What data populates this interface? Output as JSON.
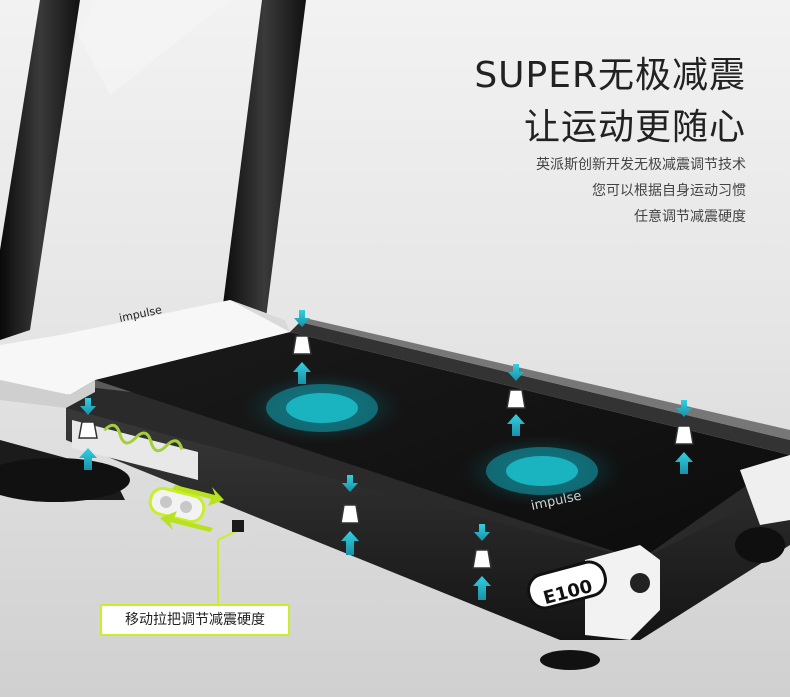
{
  "headline": {
    "line1": "SUPER无极减震",
    "line2": "让运动更随心"
  },
  "description": [
    "英派斯创新开发无极减震调节技术",
    "您可以根据自身运动习惯",
    "任意调节减震硬度"
  ],
  "callout_label": "移动拉把调节减震硬度",
  "product": {
    "brand_console": "impulse",
    "brand_deck": "impulse",
    "model": "E100"
  },
  "colors": {
    "accent": "#c8ef2a",
    "arrow": "#1fb5c9",
    "deck": "#111111",
    "frame": "#2a2a2a",
    "cover": "#ffffff"
  },
  "icons": [
    "up-arrow-icon",
    "down-arrow-icon",
    "shock-absorber-icon",
    "spring-wave-icon",
    "slide-handle-icon",
    "shock-ripple-icon"
  ]
}
